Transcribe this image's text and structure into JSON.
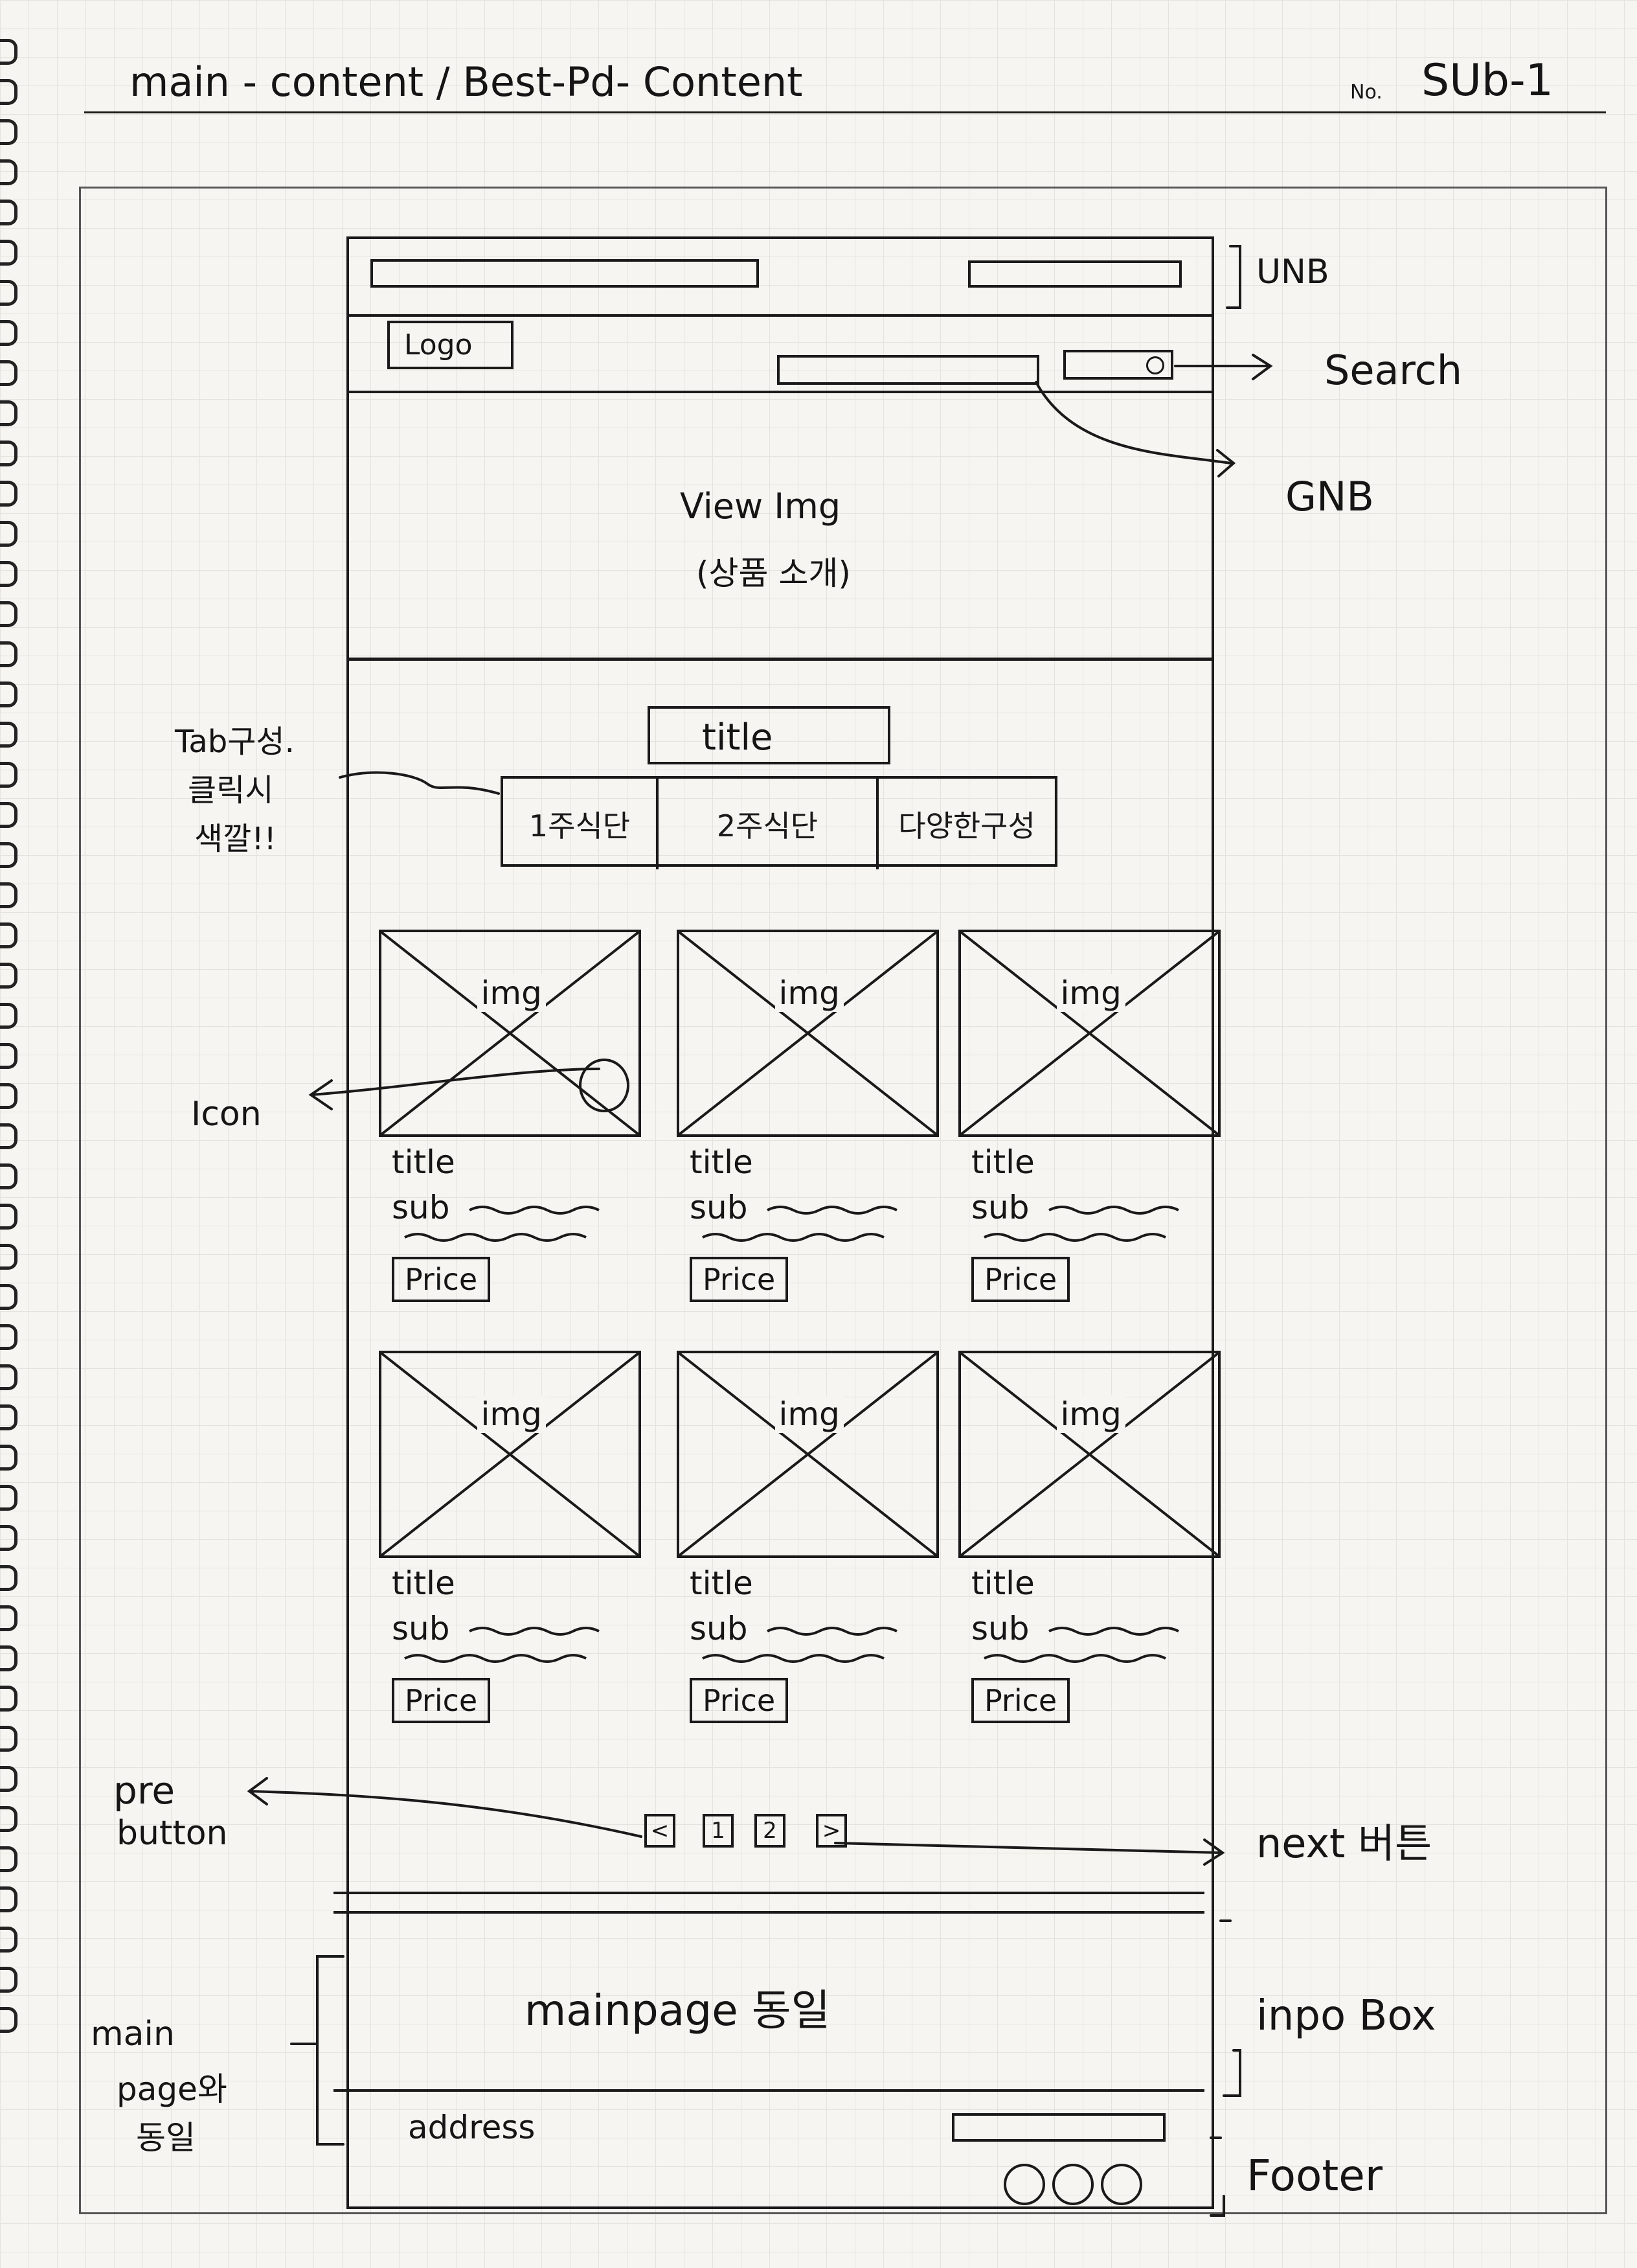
{
  "header": {
    "title": "main - content / Best-Pd- Content",
    "no_label": "No.",
    "no_value": "SUb-1"
  },
  "wireframe": {
    "logo": "Logo",
    "hero": {
      "line1": "View Img",
      "line2": "(상품 소개)"
    },
    "section_title": "title",
    "tabs": [
      "1주식단",
      "2주식단",
      "다양한구성"
    ],
    "products": [
      {
        "img": "img",
        "title": "title",
        "sub": "sub",
        "price": "Price"
      },
      {
        "img": "img",
        "title": "title",
        "sub": "sub",
        "price": "Price"
      },
      {
        "img": "img",
        "title": "title",
        "sub": "sub",
        "price": "Price"
      },
      {
        "img": "img",
        "title": "title",
        "sub": "sub",
        "price": "Price"
      },
      {
        "img": "img",
        "title": "title",
        "sub": "sub",
        "price": "Price"
      },
      {
        "img": "img",
        "title": "title",
        "sub": "sub",
        "price": "Price"
      }
    ],
    "pagination": [
      "<",
      "1",
      "2",
      ">"
    ],
    "info_box": "mainpage 동일",
    "footer_address": "address"
  },
  "annotations": {
    "unb": "UNB",
    "search": "Search",
    "gnb": "GNB",
    "tab_note": [
      "Tab구성.",
      "클릭시",
      "색깔!!"
    ],
    "icon": "Icon",
    "pre_button": [
      "pre",
      "button"
    ],
    "next_button": "next 버튼",
    "info_box": "inpo Box",
    "main_same": [
      "main",
      "page와",
      "동일"
    ],
    "footer": "Footer"
  }
}
